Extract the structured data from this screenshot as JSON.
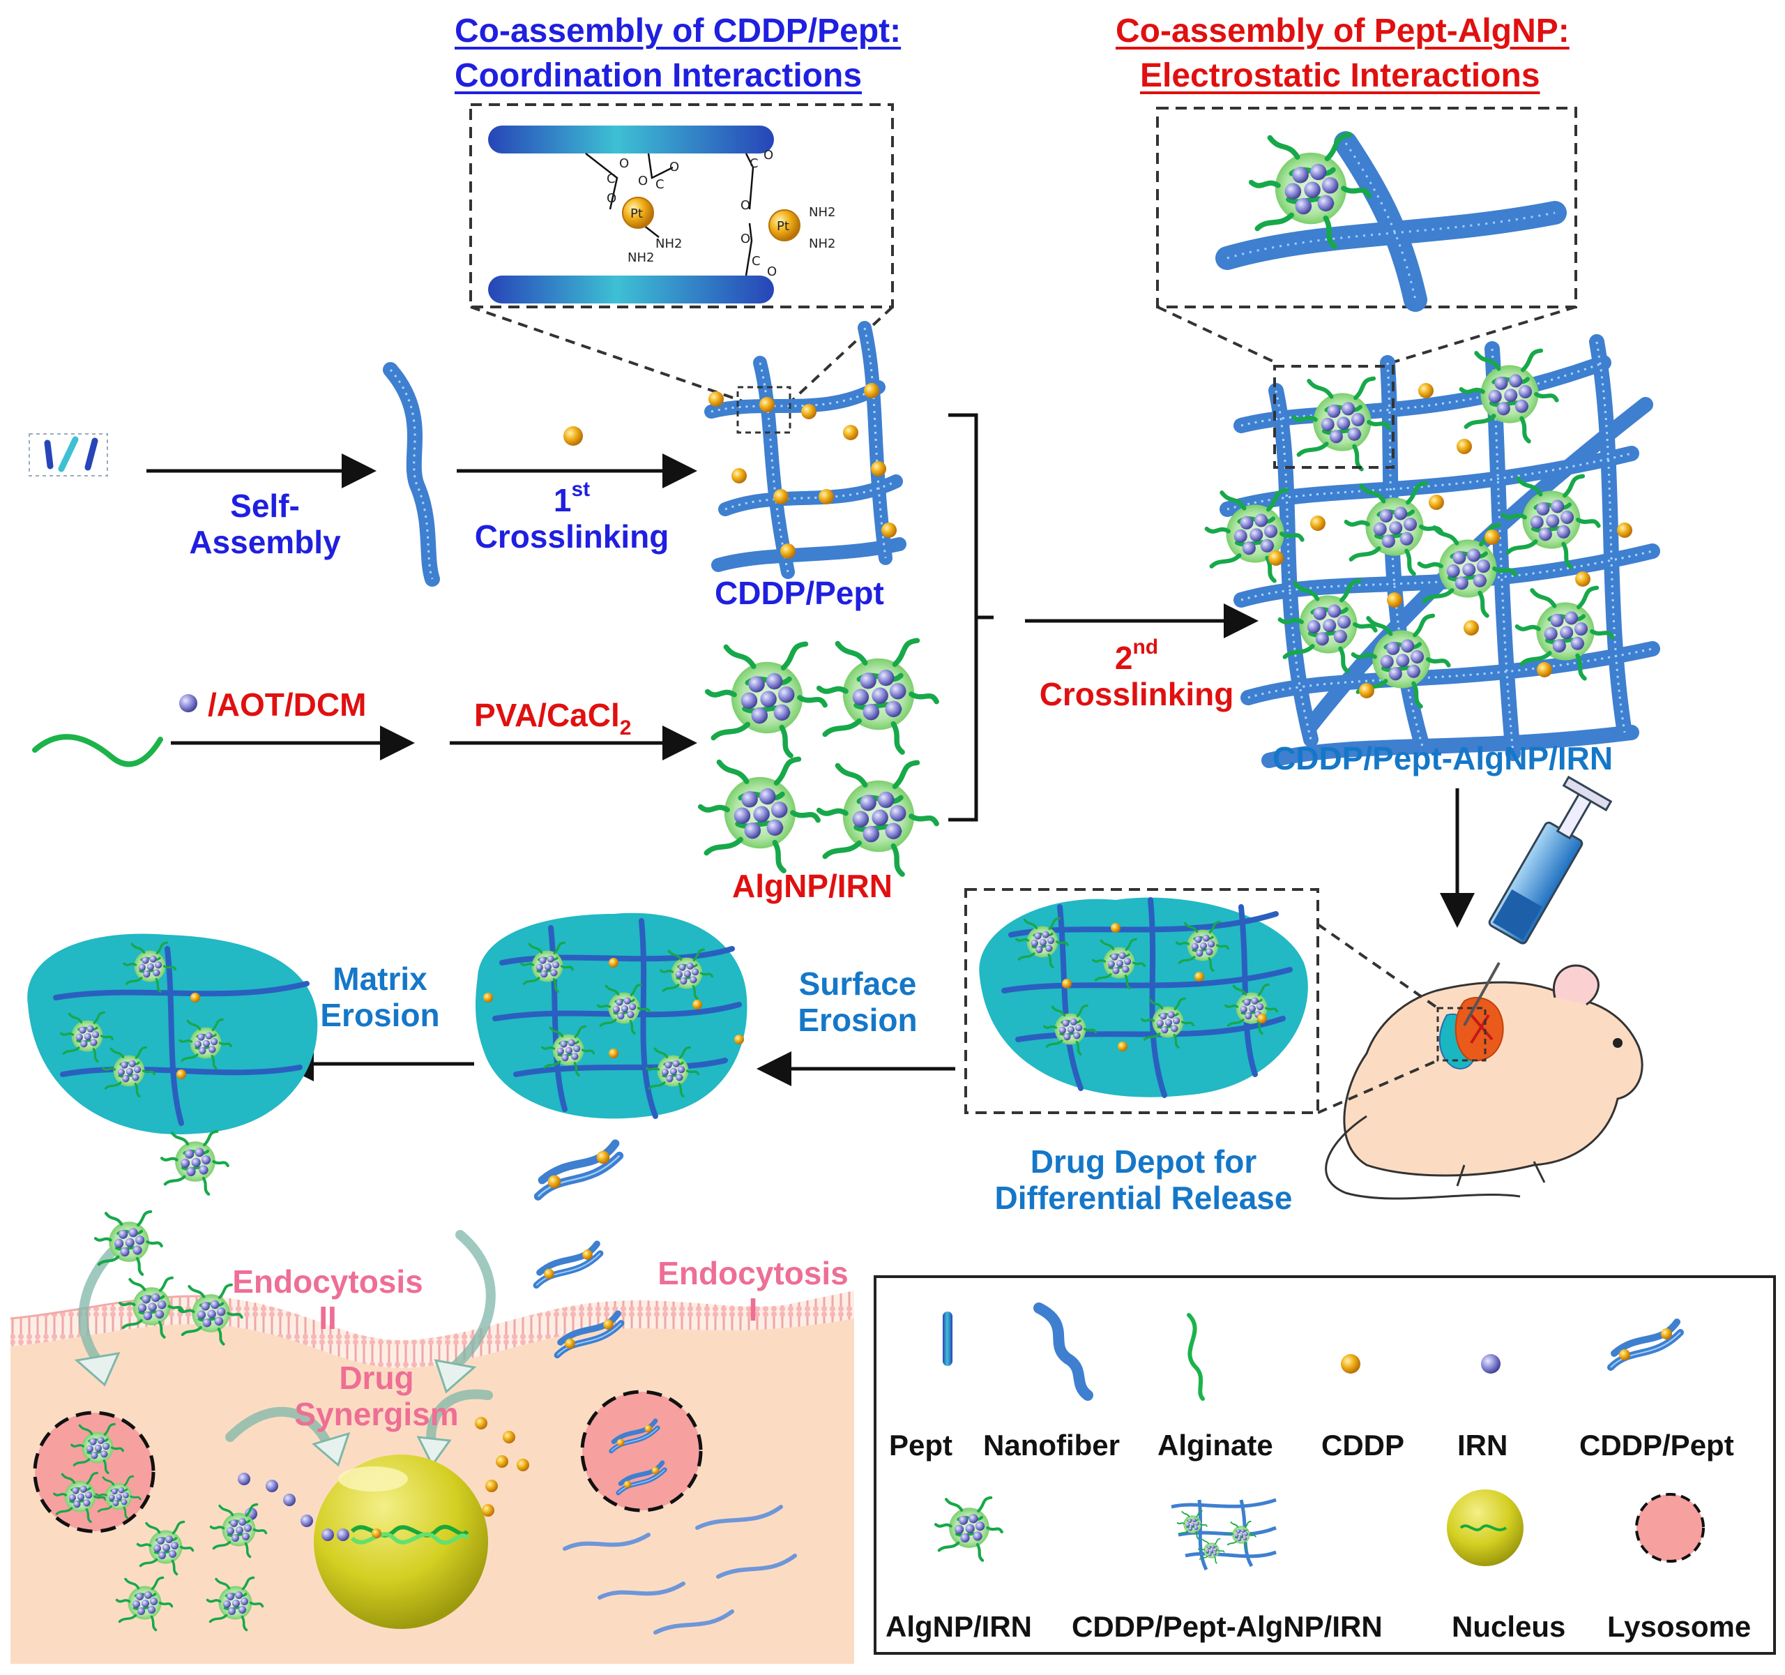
{
  "headers": {
    "left_line1": "Co-assembly of CDDP/Pept:",
    "left_line2": "Coordination Interactions",
    "right_line1": "Co-assembly of Pept-AlgNP:",
    "right_line2": "Electrostatic Interactions"
  },
  "steps": {
    "self_assembly_1": "Self-",
    "self_assembly_2": "Assembly",
    "first_num": "1",
    "first_sup": "st",
    "first_word": "Crosslinking",
    "aot": "/AOT/DCM",
    "pva": "PVA/CaCl",
    "pva_sub": "2",
    "second_num": "2",
    "second_sup": "nd",
    "second_word": "Crosslinking"
  },
  "products": {
    "cddp_pept": "CDDP/Pept",
    "algnp_irn": "AlgNP/IRN",
    "composite": "CDDP/Pept-AlgNP/IRN"
  },
  "release": {
    "matrix_1": "Matrix",
    "matrix_2": "Erosion",
    "surface_1": "Surface",
    "surface_2": "Erosion",
    "depot_1": "Drug Depot for",
    "depot_2": "Differential Release"
  },
  "cell": {
    "endo2_word": "Endocytosis",
    "endo2_num": "II",
    "endo1_word": "Endocytosis",
    "endo1_num": "I",
    "syn_1": "Drug",
    "syn_2": "Synergism"
  },
  "chem": {
    "pt": "Pt",
    "nh2": "NH2"
  },
  "legend": {
    "row1": [
      "Pept",
      "Nanofiber",
      "Alginate",
      "CDDP",
      "IRN",
      "CDDP/Pept"
    ],
    "row2": [
      "AlgNP/IRN",
      "CDDP/Pept-AlgNP/IRN",
      "Nucleus",
      "Lysosome"
    ]
  },
  "colors": {
    "blue_text": "#1f1fe0",
    "red_text": "#e01010",
    "teal_text": "#1577c8",
    "pink_text": "#ee6e95",
    "fiber": "#3e7fd0",
    "cddp": "#f0a615",
    "irn": "#8c8cd8",
    "alginate": "#1cb34a",
    "depot": "#22b8c4",
    "cytoplasm": "#fbdcc3",
    "nucleus": "#cfcb1c",
    "lysosome": "#f6a0a0"
  }
}
